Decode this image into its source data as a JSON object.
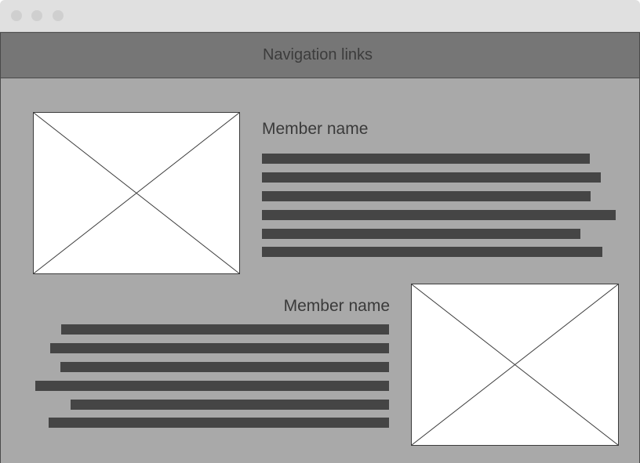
{
  "window": {
    "titlebar_buttons": [
      "close-dot",
      "minimize-dot",
      "maximize-dot"
    ]
  },
  "header": {
    "nav_label": "Navigation links"
  },
  "members": [
    {
      "name": "Member name",
      "image_placeholder": "image-placeholder-icon"
    },
    {
      "name": "Member name",
      "image_placeholder": "image-placeholder-icon"
    }
  ],
  "colors": {
    "page_background": "#a9a9a9",
    "navbar_background": "#767676",
    "text_lines": "#454545",
    "titlebar": "#e0e0e0"
  }
}
